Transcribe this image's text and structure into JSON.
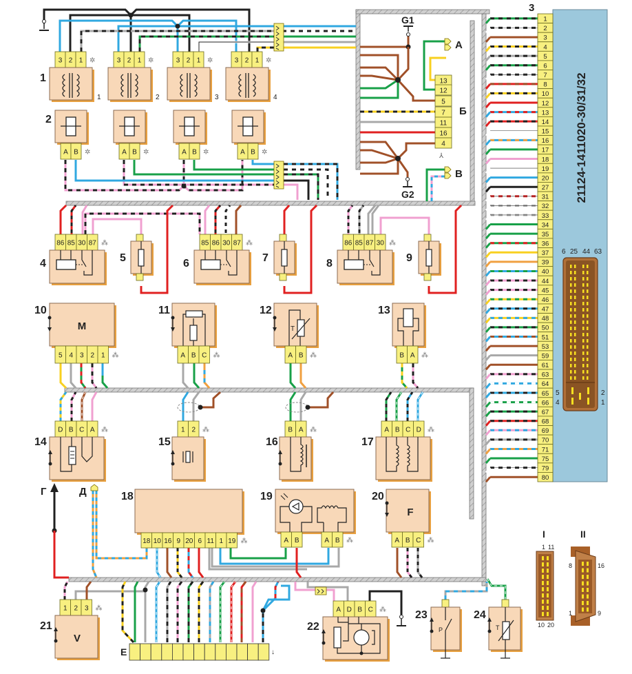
{
  "title": "ECU wiring diagram 21124-1411020-30/31/32",
  "colors": {
    "component_fill": "#f8d8b8",
    "component_shadow": "#e8a040",
    "pin_fill": "#f8f080",
    "ecu_fill": "#9cc8dc",
    "harness_fill": "#c8c8c8",
    "connector_brown": "#b07038",
    "wire_black": "#202020",
    "wire_blue": "#30a8e0",
    "wire_green": "#18a048",
    "wire_red": "#e02020",
    "wire_brown": "#a05028",
    "wire_pink": "#f0a0d0",
    "wire_yellow": "#f8d020",
    "wire_gray": "#a8a8a8",
    "wire_orange": "#f0a040",
    "wire_white": "#ffffff"
  },
  "ecu": {
    "label_number": "3",
    "model": "21124-1411020-30/31/32",
    "pins": [
      "1",
      "2",
      "3",
      "4",
      "5",
      "6",
      "7",
      "8",
      "10",
      "12",
      "13",
      "14",
      "15",
      "16",
      "17",
      "18",
      "19",
      "20",
      "27",
      "31",
      "32",
      "33",
      "34",
      "35",
      "36",
      "37",
      "39",
      "40",
      "44",
      "45",
      "46",
      "47",
      "48",
      "50",
      "51",
      "53",
      "59",
      "61",
      "63",
      "64",
      "65",
      "66",
      "67",
      "68",
      "69",
      "70",
      "71",
      "75",
      "79",
      "80"
    ],
    "pin_wires": [
      [
        "green",
        "black"
      ],
      [
        "white",
        "black"
      ],
      [
        "brown",
        null
      ],
      [
        "yellow",
        "black"
      ],
      [
        "gray",
        "black"
      ],
      [
        "green",
        "black"
      ],
      [
        "white",
        "black"
      ],
      [
        "red",
        "brown"
      ],
      [
        "yellow",
        "black"
      ],
      [
        "red",
        null
      ],
      [
        "blue",
        "red"
      ],
      [
        "red",
        "black"
      ],
      [
        "white",
        null
      ],
      [
        "blue",
        "orange"
      ],
      [
        "green",
        null
      ],
      [
        "pink",
        null
      ],
      [
        "white",
        null
      ],
      [
        "blue",
        null
      ],
      [
        "black",
        null
      ],
      [
        "white",
        "red"
      ],
      [
        "white",
        "gray"
      ],
      [
        "white",
        "gray"
      ],
      [
        "green",
        null
      ],
      [
        "green",
        null
      ],
      [
        "green",
        "red"
      ],
      [
        "yellow",
        null
      ],
      [
        "orange",
        null
      ],
      [
        "blue",
        "green"
      ],
      [
        "pink",
        "black"
      ],
      [
        "pink",
        "black"
      ],
      [
        "yellow",
        "green"
      ],
      [
        "blue",
        "black"
      ],
      [
        "yellow",
        "blue"
      ],
      [
        "green",
        "black"
      ],
      [
        "blue",
        "brown"
      ],
      [
        "brown",
        null
      ],
      [
        "gray",
        null
      ],
      [
        "brown",
        null
      ],
      [
        "pink",
        "black"
      ],
      [
        "blue",
        "white"
      ],
      [
        "blue",
        "black"
      ],
      [
        "green",
        "white"
      ],
      [
        "green",
        "black"
      ],
      [
        "red",
        "black"
      ],
      [
        "pink",
        "blue"
      ],
      [
        "gray",
        "black"
      ],
      [
        "orange",
        "blue"
      ],
      [
        "green",
        null
      ],
      [
        "white",
        "black"
      ],
      [
        "brown",
        null
      ]
    ],
    "connector_top_labels": [
      "6",
      "25",
      "44",
      "63"
    ],
    "connector_side_labels": {
      "left_top": "5",
      "left_bottom": "4",
      "right_top": "2",
      "right_bottom": "1"
    }
  },
  "ground_box": {
    "g1": "G1",
    "g2": "G2",
    "plug_a": "A",
    "plug_b": "Б",
    "plug_v": "В",
    "b_pins": [
      "13",
      "12",
      "5",
      "7",
      "11",
      "16",
      "4"
    ]
  },
  "components": {
    "c1": {
      "number": "1",
      "subs": [
        "1",
        "2",
        "3",
        "4"
      ],
      "pins": [
        "3",
        "2",
        "1"
      ]
    },
    "c2": {
      "number": "2",
      "pins": [
        "A",
        "B"
      ]
    },
    "c4": {
      "number": "4",
      "pins": [
        "86",
        "85",
        "30",
        "87"
      ]
    },
    "c5": {
      "number": "5"
    },
    "c6": {
      "number": "6",
      "pins": [
        "85",
        "86",
        "30",
        "87"
      ]
    },
    "c7": {
      "number": "7"
    },
    "c8": {
      "number": "8",
      "pins": [
        "86",
        "85",
        "87",
        "30"
      ]
    },
    "c9": {
      "number": "9"
    },
    "c10": {
      "number": "10",
      "symbol": "M",
      "pins": [
        "5",
        "4",
        "3",
        "2",
        "1"
      ]
    },
    "c11": {
      "number": "11",
      "pins": [
        "A",
        "B",
        "C"
      ]
    },
    "c12": {
      "number": "12",
      "symbol": "T",
      "pins": [
        "A",
        "B"
      ]
    },
    "c13": {
      "number": "13",
      "pins": [
        "B",
        "A"
      ]
    },
    "c14": {
      "number": "14",
      "pins": [
        "D",
        "B",
        "C",
        "A"
      ]
    },
    "c15": {
      "number": "15",
      "pins": [
        "1",
        "2"
      ]
    },
    "c16": {
      "number": "16",
      "pins": [
        "B",
        "A"
      ]
    },
    "c17": {
      "number": "17",
      "pins": [
        "A",
        "B",
        "C",
        "D"
      ]
    },
    "c18": {
      "number": "18",
      "pins": [
        "18",
        "10",
        "16",
        "9",
        "20",
        "6",
        "11",
        "1",
        "19"
      ]
    },
    "c19": {
      "number": "19",
      "pins_left": [
        "A",
        "B"
      ],
      "pins_right": [
        "A",
        "B"
      ]
    },
    "c20": {
      "number": "20",
      "symbol": "F",
      "pins": [
        "A",
        "B",
        "C"
      ]
    },
    "c21": {
      "number": "21",
      "symbol": "V",
      "pins": [
        "1",
        "2",
        "3"
      ]
    },
    "c22": {
      "number": "22",
      "pins": [
        "A",
        "D",
        "B",
        "C"
      ]
    },
    "c23": {
      "number": "23",
      "symbol": "P"
    },
    "c24": {
      "number": "24",
      "symbol": "T"
    }
  },
  "markers": {
    "g_arrow": "Г",
    "d_plug": "Д",
    "e_block": "E"
  },
  "connector_views": {
    "I": {
      "label": "I",
      "top": [
        "1",
        "11"
      ],
      "bottom": [
        "10",
        "20"
      ]
    },
    "II": {
      "label": "II",
      "left_top": "8",
      "left_bottom": "1",
      "right_top": "16",
      "right_bottom": "9"
    }
  }
}
